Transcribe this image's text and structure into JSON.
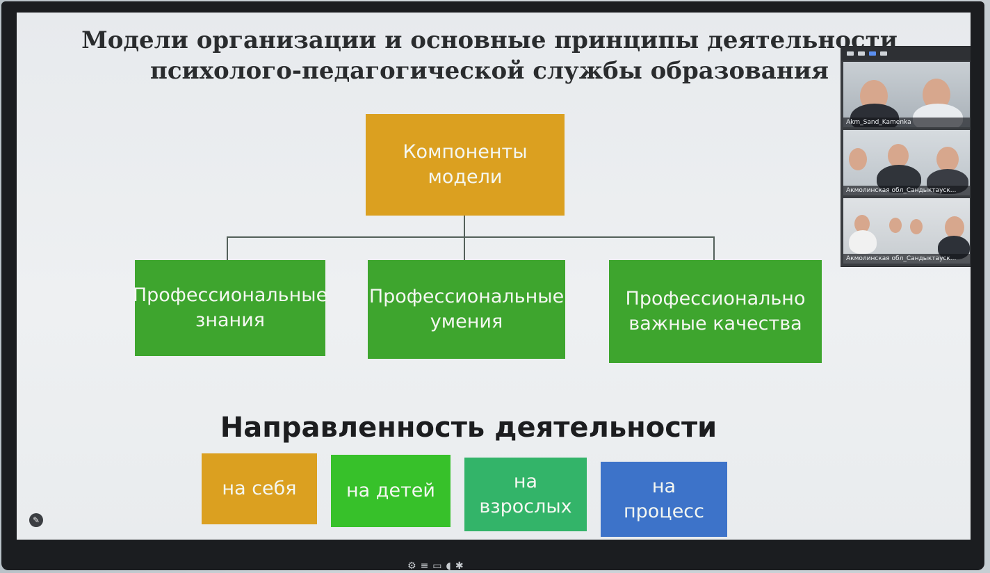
{
  "slide": {
    "title": "Модели организации и основные принципы деятельности психолого-педагогической службы образования",
    "root_box": "Компоненты модели",
    "components": [
      "Профессиональные знания",
      "Профессиональные умения",
      "Профессионально важные качества"
    ],
    "direction_title": "Направленность деятельности",
    "directions": [
      "на себя",
      "на детей",
      "на взрослых",
      "на процесс"
    ]
  },
  "video_call": {
    "participants": [
      "Akm_Sand_Kamenka",
      "Акмолинская обл_Сандыктауск...",
      "Акмолинская обл_Сандыктауск..."
    ]
  },
  "colors": {
    "orange": "#dba020",
    "green": "#3ea52e",
    "lime": "#37c12a",
    "teal": "#33b469",
    "blue": "#3d73c9"
  }
}
